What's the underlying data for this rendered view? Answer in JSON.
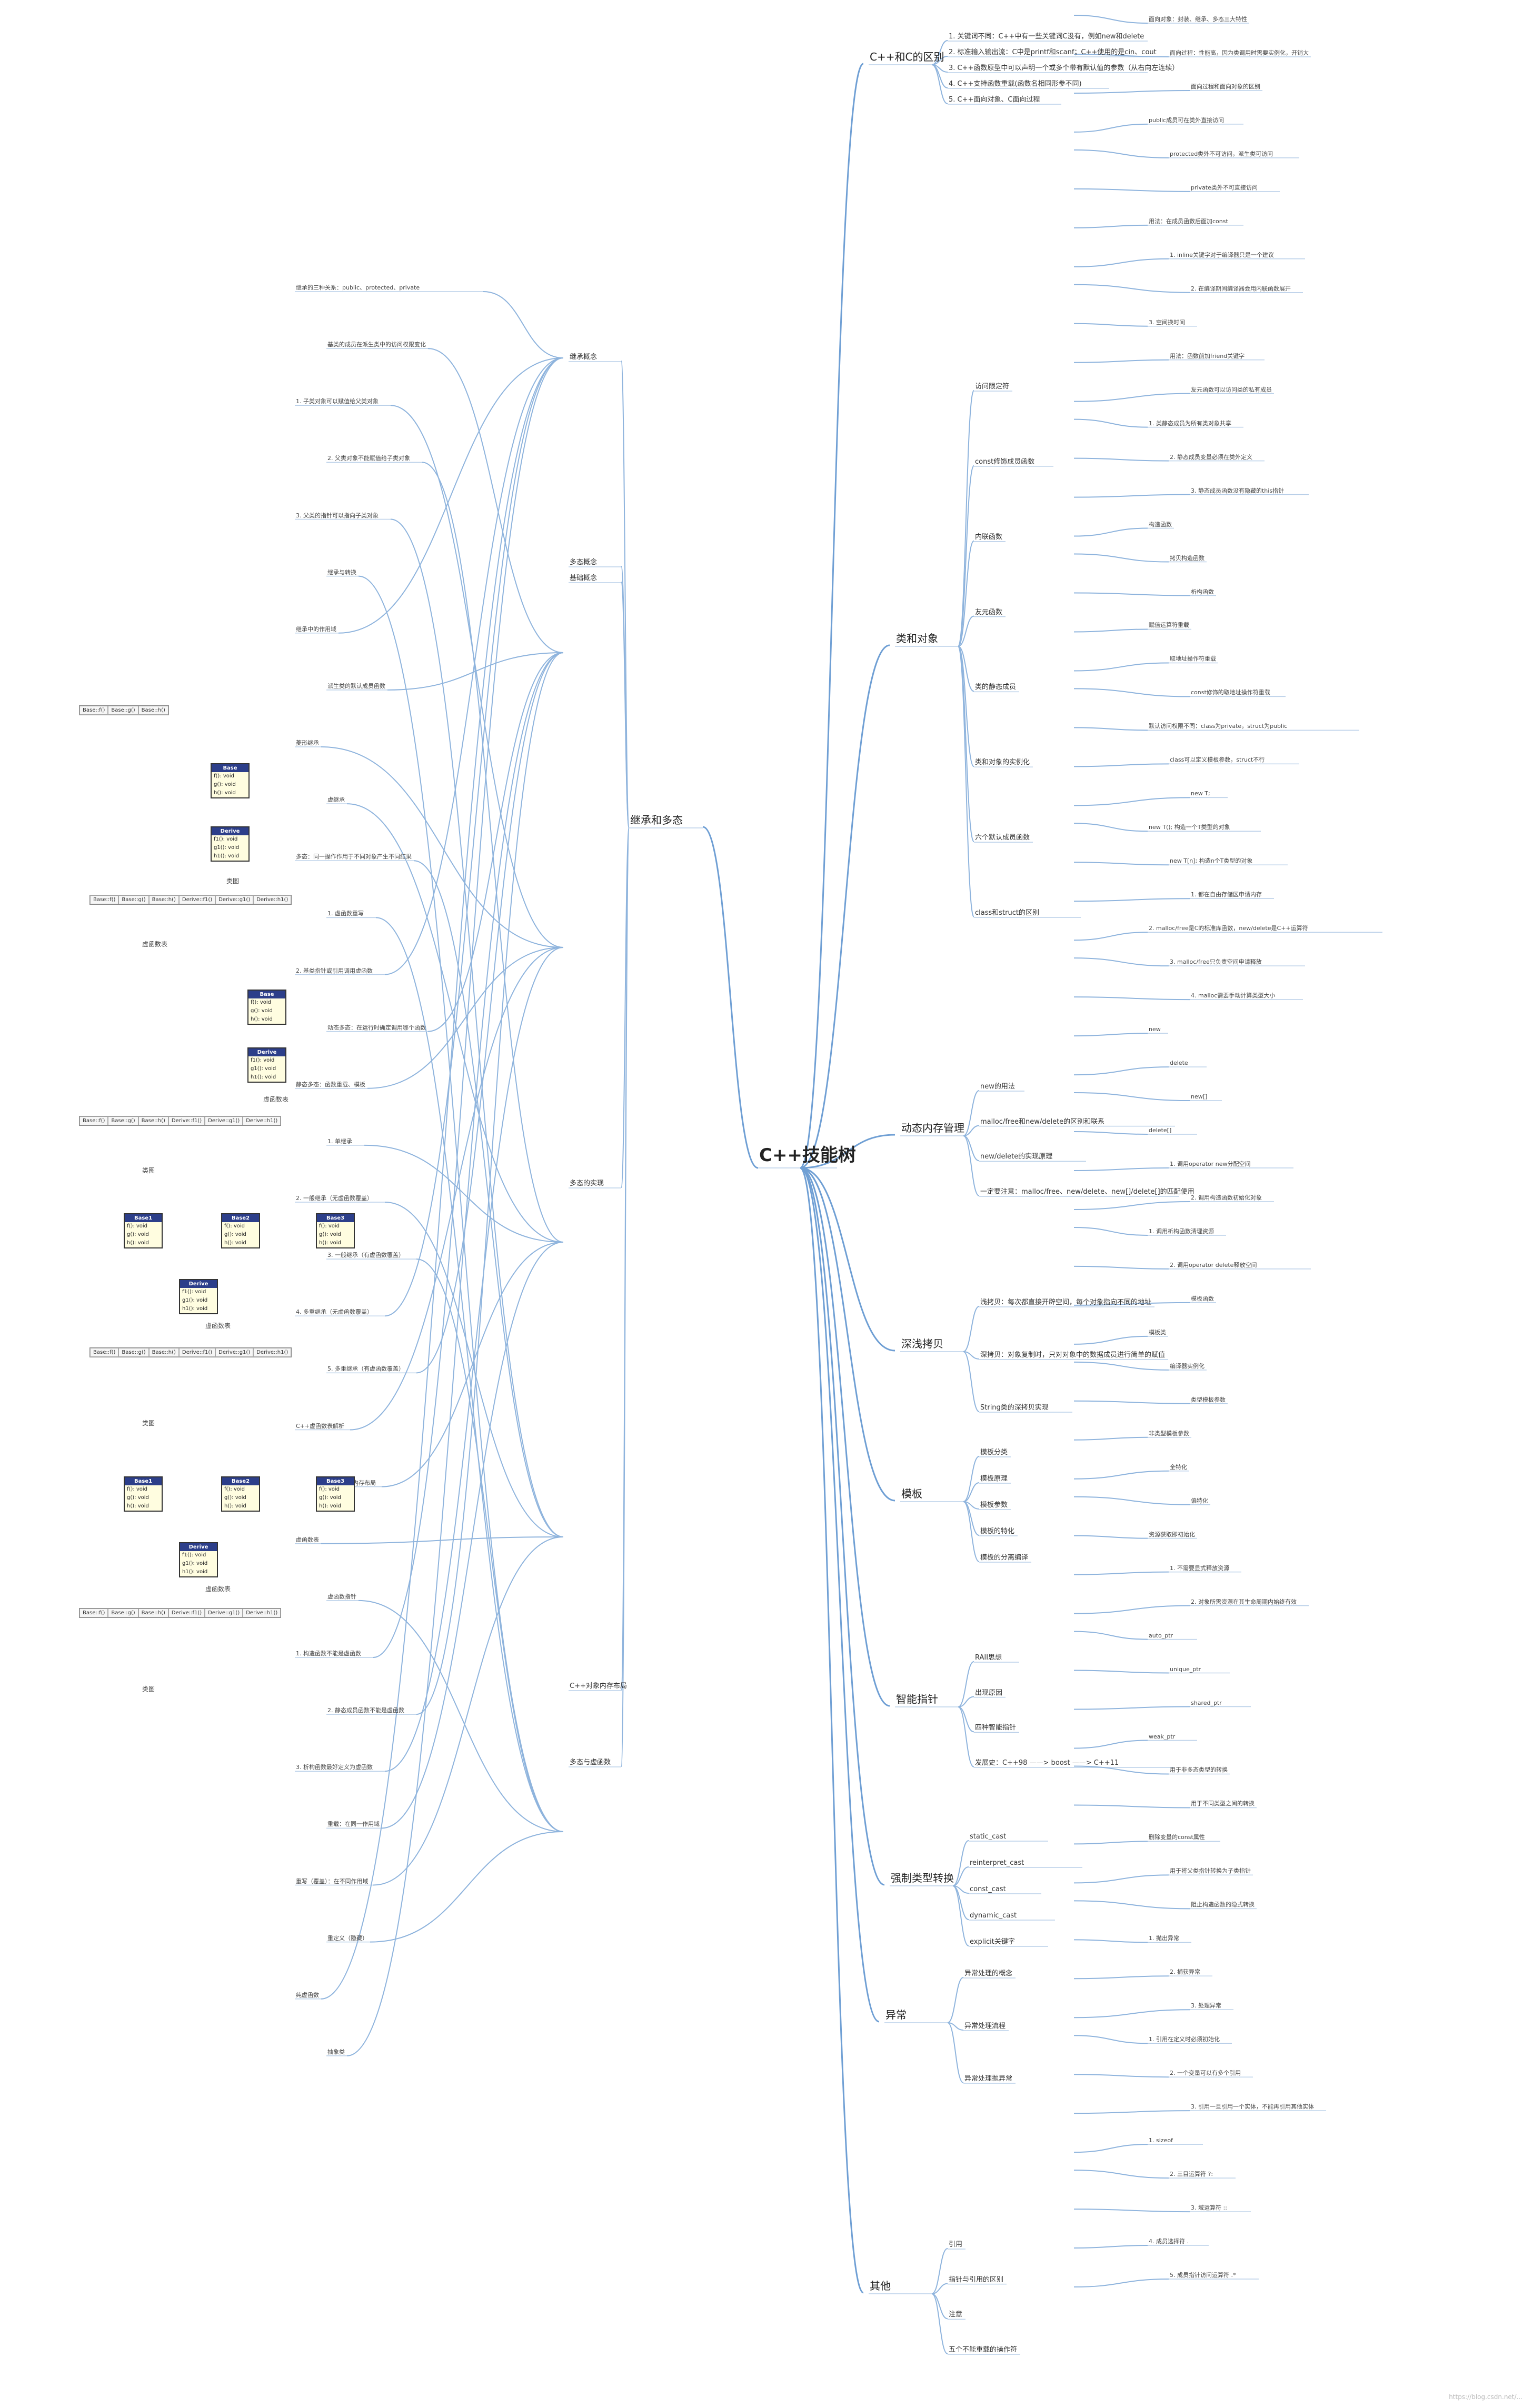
{
  "central": "C++技能树",
  "topics": [
    {
      "id": "t1",
      "label": "C++和C的区别",
      "children": [
        "1. 关键词不同：C++中有一些关键词C没有，例如new和delete",
        "2. 标准输入输出流：C中是printf和scanf；C++使用的是cin、cout",
        "3. C++函数原型中可以声明一个或多个带有默认值的参数（从右向左连续）",
        "4. C++支持函数重载(函数名相同形参不同)",
        "5. C++面向对象、C面向过程"
      ]
    },
    {
      "id": "t2",
      "label": "类和对象",
      "children": [
        "访问限定符",
        "const修饰成员函数",
        "内联函数",
        "友元函数",
        "类的静态成员",
        "类和对象的实例化",
        "六个默认成员函数",
        "class和struct的区别"
      ]
    },
    {
      "id": "t3",
      "label": "继承和多态",
      "children": [
        "继承概念",
        "基础概念",
        "多态概念",
        "多态的实现",
        "C++对象内存布局",
        "多态与虚函数"
      ]
    },
    {
      "id": "t4",
      "label": "动态内存管理",
      "children": [
        "new的用法",
        "malloc/free和new/delete的区别和联系",
        "new/delete的实现原理",
        "一定要注意：malloc/free、new/delete、new[]/delete[]的匹配使用"
      ]
    },
    {
      "id": "t5",
      "label": "深浅拷贝",
      "children": [
        "浅拷贝：每次都直接开辟空间，每个对象指向不同的地址",
        "深拷贝：对象复制时，只对对象中的数据成员进行简单的赋值",
        "String类的深拷贝实现"
      ]
    },
    {
      "id": "t6",
      "label": "模板",
      "children": [
        "模板分类",
        "模板原理",
        "模板参数",
        "模板的特化",
        "模板的分离编译"
      ]
    },
    {
      "id": "t7",
      "label": "智能指针",
      "children": [
        "RAII思想",
        "出现原因",
        "四种智能指针",
        "发展史：C++98 ——> boost ——> C++11"
      ]
    },
    {
      "id": "t8",
      "label": "强制类型转换",
      "children": [
        "static_cast",
        "reinterpret_cast",
        "const_cast",
        "dynamic_cast",
        "explicit关键字"
      ]
    },
    {
      "id": "t9",
      "label": "异常",
      "children": [
        "异常处理的概念",
        "异常处理流程",
        "异常处理抛异常"
      ]
    },
    {
      "id": "t10",
      "label": "其他",
      "children": [
        "引用",
        "指针与引用的区别",
        "注意",
        "五个不能重载的操作符"
      ]
    }
  ],
  "right_details": [
    "面向对象：封装、继承、多态三大特性",
    "面向过程：性能高，因为类调用时需要实例化，开销大",
    "面向过程和面向对象的区别",
    "public成员可在类外直接访问",
    "protected类外不可访问，派生类可访问",
    "private类外不可直接访问",
    "用法：在成员函数后面加const",
    "1. inline关键字对于编译器只是一个建议",
    "2. 在编译期间编译器会用内联函数展开",
    "3. 空间换时间",
    "用法：函数前加friend关键字",
    "友元函数可以访问类的私有成员",
    "1. 类静态成员为所有类对象共享",
    "2. 静态成员变量必须在类外定义",
    "3. 静态成员函数没有隐藏的this指针",
    "构造函数",
    "拷贝构造函数",
    "析构函数",
    "赋值运算符重载",
    "取地址操作符重载",
    "const修饰的取地址操作符重载",
    "默认访问权限不同：class为private，struct为public",
    "class可以定义模板参数，struct不行",
    "new T;",
    "new T(); 构造一个T类型的对象",
    "new T[n]; 构造n个T类型的对象",
    "1. 都在自由存储区申请内存",
    "2. malloc/free是C的标准库函数，new/delete是C++运算符",
    "3. malloc/free只负责空间申请释放",
    "4. malloc需要手动计算类型大小",
    "new",
    "delete",
    "new[]",
    "delete[]",
    "1. 调用operator new分配空间",
    "2. 调用构造函数初始化对象",
    "1. 调用析构函数清理资源",
    "2. 调用operator delete释放空间",
    "模板函数",
    "模板类",
    "编译器实例化",
    "类型模板参数",
    "非类型模板参数",
    "全特化",
    "偏特化",
    "资源获取即初始化",
    "1. 不需要显式释放资源",
    "2. 对象所需资源在其生命周期内始终有效",
    "auto_ptr",
    "unique_ptr",
    "shared_ptr",
    "weak_ptr",
    "用于非多态类型的转换",
    "用于不同类型之间的转换",
    "删除变量的const属性",
    "用于将父类指针转换为子类指针",
    "阻止构造函数的隐式转换",
    "1. 抛出异常",
    "2. 捕获异常",
    "3. 处理异常",
    "1. 引用在定义时必须初始化",
    "2. 一个变量可以有多个引用",
    "3. 引用一旦引用一个实体，不能再引用其他实体",
    "1. sizeof",
    "2. 三目运算符 ?:",
    "3. 域运算符 ::",
    "4. 成员选择符 .",
    "5. 成员指针访问运算符 .*"
  ],
  "left_details": [
    "继承的三种关系：public、protected、private",
    "基类的成员在派生类中的访问权限变化",
    "1. 子类对象可以赋值给父类对象",
    "2. 父类对象不能赋值给子类对象",
    "3. 父类的指针可以指向子类对象",
    "继承与转换",
    "继承中的作用域",
    "派生类的默认成员函数",
    "菱形继承",
    "虚继承",
    "多态：同一操作作用于不同对象产生不同结果",
    "1. 虚函数重写",
    "2. 基类指针或引用调用虚函数",
    "动态多态：在运行时确定调用哪个函数",
    "静态多态：函数重载、模板",
    "1. 单继承",
    "2. 一般继承（无虚函数覆盖）",
    "3. 一般继承（有虚函数覆盖）",
    "4. 多重继承（无虚函数覆盖）",
    "5. 多重继承（有虚函数覆盖）",
    "C++虚函数表解析",
    "C++对象内存布局",
    "虚函数表",
    "虚函数指针",
    "1. 构造函数不能是虚函数",
    "2. 静态成员函数不能是虚函数",
    "3. 析构函数最好定义为虚函数",
    "重载：在同一作用域",
    "重写（覆盖）：在不同作用域",
    "重定义（隐藏）",
    "纯虚函数",
    "抽象类"
  ],
  "uml": [
    {
      "title": "Base",
      "body": [
        "f(): void",
        "g(): void",
        "h(): void"
      ]
    },
    {
      "title": "Derive",
      "body": [
        "f1(): void",
        "g1(): void",
        "h1(): void"
      ]
    },
    {
      "title": "Base1",
      "body": [
        "f(): void",
        "g(): void",
        "h(): void"
      ]
    },
    {
      "title": "Base2",
      "body": [
        "f(): void",
        "g(): void",
        "h(): void"
      ]
    },
    {
      "title": "Base3",
      "body": [
        "f(): void",
        "g(): void",
        "h(): void"
      ]
    }
  ],
  "captions": [
    "类图",
    "虚函数表",
    "虚函数表",
    "类图",
    "虚函数表",
    "类图",
    "虚函数表",
    "类图"
  ],
  "vtable_cells": [
    "Base::f()",
    "Base::g()",
    "Base::h()",
    "Derive::f1()",
    "Derive::g1()",
    "Derive::h1()"
  ],
  "watermark": "https://blog.csdn.net/..."
}
